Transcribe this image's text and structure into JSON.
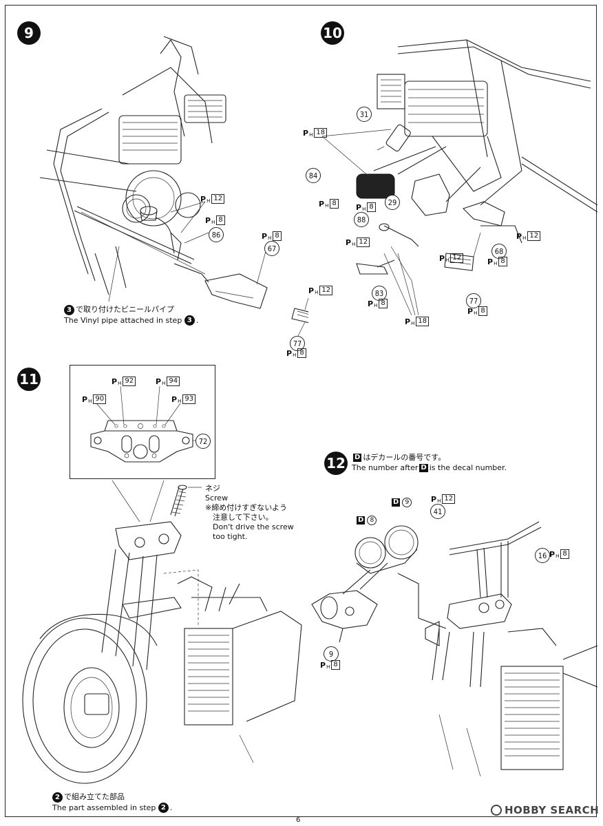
{
  "page": {
    "number": "6"
  },
  "watermark": {
    "text": "HOBBY SEARCH"
  },
  "steps": [
    {
      "number": "9",
      "callouts": [
        {
          "ph": "12"
        },
        {
          "ph": "8"
        },
        {
          "part": "86"
        },
        {
          "ph": "8"
        },
        {
          "part": "67"
        },
        {
          "ph": "12"
        },
        {
          "part": "77"
        },
        {
          "ph": "8"
        }
      ],
      "note": {
        "ref_step": "3",
        "jp": "で取り付けたビニールパイプ",
        "en_prefix": "The Vinyl pipe attached in step",
        "en_suffix": "."
      }
    },
    {
      "number": "10",
      "callouts": [
        {
          "part": "31"
        },
        {
          "ph": "18"
        },
        {
          "part": "84"
        },
        {
          "ph": "8"
        },
        {
          "ph": "8"
        },
        {
          "part": "29"
        },
        {
          "part": "88"
        },
        {
          "ph": "12"
        },
        {
          "ph": "12"
        },
        {
          "part": "68"
        },
        {
          "ph": "8"
        },
        {
          "ph": "12"
        },
        {
          "part": "83"
        },
        {
          "ph": "8"
        },
        {
          "part": "77"
        },
        {
          "ph": "8"
        },
        {
          "ph": "18"
        }
      ]
    },
    {
      "number": "11",
      "inset": {
        "callouts": [
          {
            "ph": "92"
          },
          {
            "ph": "94"
          },
          {
            "ph": "90"
          },
          {
            "ph": "93"
          },
          {
            "part": "72"
          }
        ]
      },
      "screw_note": {
        "jp_title": "ネジ",
        "en_title": "Screw",
        "jp_warning_1": "※締め付けすぎないよう",
        "jp_warning_2": "注意して下さい。",
        "en_warning_1": "Don't drive the screw",
        "en_warning_2": "too tight."
      },
      "note": {
        "ref_step": "2",
        "jp": "で組み立てた部品",
        "en_prefix": "The part assembled in step",
        "en_suffix": "."
      }
    },
    {
      "number": "12",
      "decal_note": {
        "d": "D",
        "jp": "はデカールの番号です。",
        "en_prefix": "The number after",
        "en_suffix": "is the decal number."
      },
      "callouts": [
        {
          "decal": "9"
        },
        {
          "ph": "12"
        },
        {
          "decal": "8"
        },
        {
          "part": "41"
        },
        {
          "part": "16"
        },
        {
          "ph": "8"
        },
        {
          "part": "9"
        },
        {
          "ph": "8"
        }
      ]
    }
  ]
}
